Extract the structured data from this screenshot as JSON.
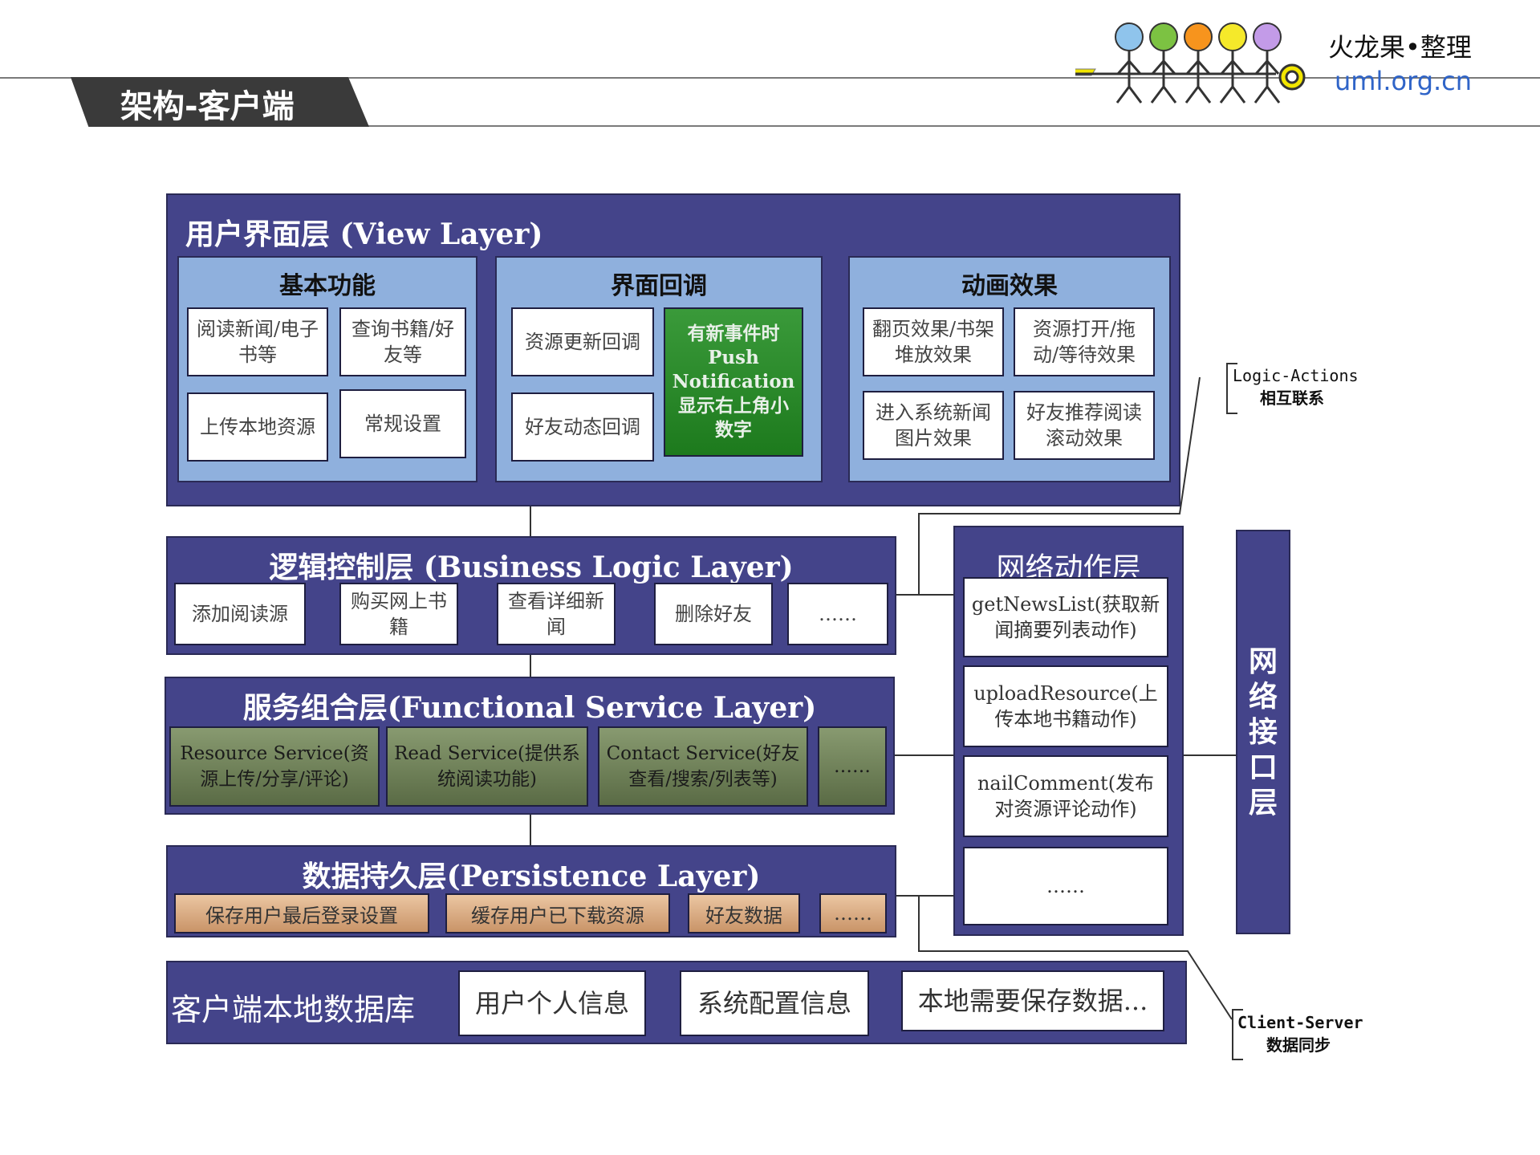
{
  "header": {
    "section_title": "架构-客户端",
    "brand_name": "火龙果•整理",
    "brand_url": "uml.org.cn"
  },
  "view_layer": {
    "title": "用户界面层 (View Layer)",
    "panels": [
      {
        "title": "基本功能",
        "items": [
          "阅读新闻/电子书等",
          "查询书籍/好友等",
          "上传本地资源",
          "常规设置"
        ]
      },
      {
        "title": "界面回调",
        "items": [
          "资源更新回调",
          "有新事件时 Push Notification 显示右上角小数字",
          "好友动态回调"
        ]
      },
      {
        "title": "动画效果",
        "items": [
          "翻页效果/书架堆放效果",
          "资源打开/拖动/等待效果",
          "进入系统新闻图片效果",
          "好友推荐阅读滚动效果"
        ]
      }
    ]
  },
  "logic_layer": {
    "title": "逻辑控制层 (Business Logic Layer)",
    "items": [
      "添加阅读源",
      "购买网上书籍",
      "查看详细新闻",
      "删除好友",
      "……"
    ]
  },
  "service_layer": {
    "title": "服务组合层(Functional Service Layer)",
    "items": [
      "Resource Service(资源上传/分享/评论)",
      "Read Service(提供系统阅读功能)",
      "Contact Service(好友查看/搜索/列表等)",
      "……"
    ]
  },
  "persistence_layer": {
    "title": "数据持久层(Persistence Layer)",
    "items": [
      "保存用户最后登录设置",
      "缓存用户已下载资源",
      "好友数据",
      "……"
    ]
  },
  "local_db": {
    "title": "客户端本地数据库",
    "items": [
      "用户个人信息",
      "系统配置信息",
      "本地需要保存数据..."
    ]
  },
  "network_action_layer": {
    "title": "网络动作层",
    "items": [
      "getNewsList(获取新闻摘要列表动作)",
      "uploadResource(上传本地书籍动作)",
      "nailComment(发布对资源评论动作)",
      "……"
    ]
  },
  "network_interface_layer": {
    "title": "网络接口层"
  },
  "annotations": {
    "logic_actions": [
      "Logic-Actions",
      "相互联系"
    ],
    "client_server": [
      "Client-Server",
      "数据同步"
    ]
  },
  "logo": {
    "icon": "stick-figures-logo",
    "colors": [
      "#8fc4ec",
      "#7cc242",
      "#f7941d",
      "#f5e92a",
      "#c39be8"
    ]
  }
}
